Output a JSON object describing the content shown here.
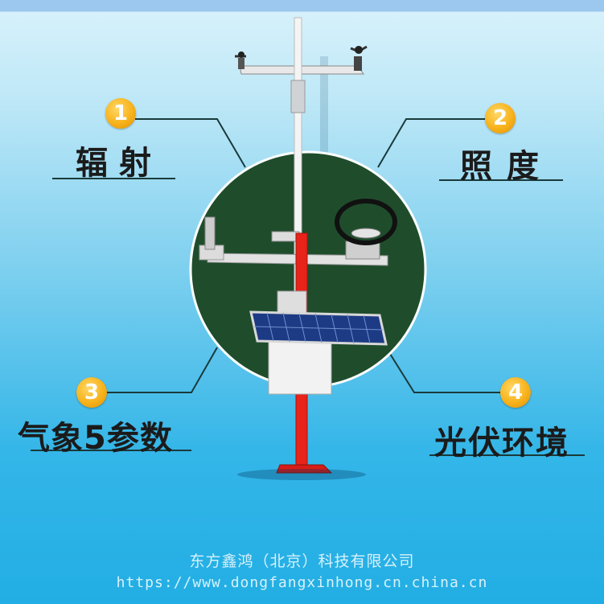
{
  "sensors": [
    {
      "number": "1",
      "label": "辐射"
    },
    {
      "number": "2",
      "label": "照度"
    },
    {
      "number": "3",
      "label": "气象5参数"
    },
    {
      "number": "4",
      "label": "光伏环境"
    }
  ],
  "footer": {
    "company": "东方鑫鸿（北京）科技有限公司",
    "website": "https://www.dongfangxinhong.cn.china.cn"
  },
  "colors": {
    "badge": "#f7b21b",
    "circle": "#1f4d2c",
    "mast_red": "#e8231a",
    "line": "#1a3a3a"
  }
}
